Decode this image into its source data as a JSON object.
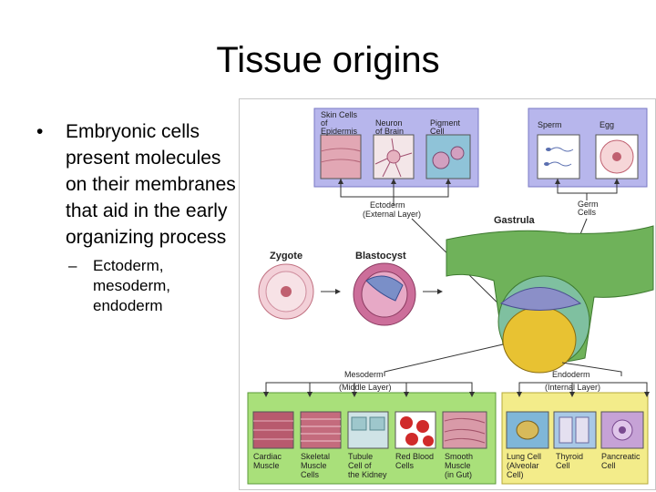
{
  "slide": {
    "title": "Tissue origins",
    "bullet_1": "Embryonic cells present molecules on their membranes that aid in the early organizing process",
    "bullet_2": "Ectoderm, mesoderm, endoderm"
  },
  "diagram": {
    "ectoderm_cells": [
      {
        "l1": "Skin Cells",
        "l2": "of",
        "l3": "Epidermis"
      },
      {
        "l1": "Neuron",
        "l2": "of Brain",
        "l3": ""
      },
      {
        "l1": "Pigment",
        "l2": "Cell",
        "l3": ""
      }
    ],
    "germ_cells": [
      {
        "l1": "Sperm"
      },
      {
        "l1": "Egg"
      }
    ],
    "ectoderm_label": "Ectoderm",
    "ectoderm_sub": "(External Layer)",
    "germ_label_1": "Germ",
    "germ_label_2": "Cells",
    "gastrula": "Gastrula",
    "zygote": "Zygote",
    "blastocyst": "Blastocyst",
    "mesoderm_label": "Mesoderm",
    "mesoderm_sub": "(Middle Layer)",
    "endoderm_label": "Endoderm",
    "endoderm_sub": "(Internal Layer)",
    "mesoderm_cells": [
      {
        "l1": "Cardiac",
        "l2": "Muscle",
        "l3": ""
      },
      {
        "l1": "Skeletal",
        "l2": "Muscle",
        "l3": "Cells"
      },
      {
        "l1": "Tubule",
        "l2": "Cell of",
        "l3": "the Kidney"
      },
      {
        "l1": "Red Blood",
        "l2": "Cells",
        "l3": ""
      },
      {
        "l1": "Smooth",
        "l2": "Muscle",
        "l3": "(in Gut)"
      }
    ],
    "endoderm_cells": [
      {
        "l1": "Lung Cell",
        "l2": "(Alveolar",
        "l3": "Cell)"
      },
      {
        "l1": "Thyroid",
        "l2": "Cell",
        "l3": ""
      },
      {
        "l1": "Pancreatic",
        "l2": "Cell",
        "l3": ""
      }
    ]
  }
}
